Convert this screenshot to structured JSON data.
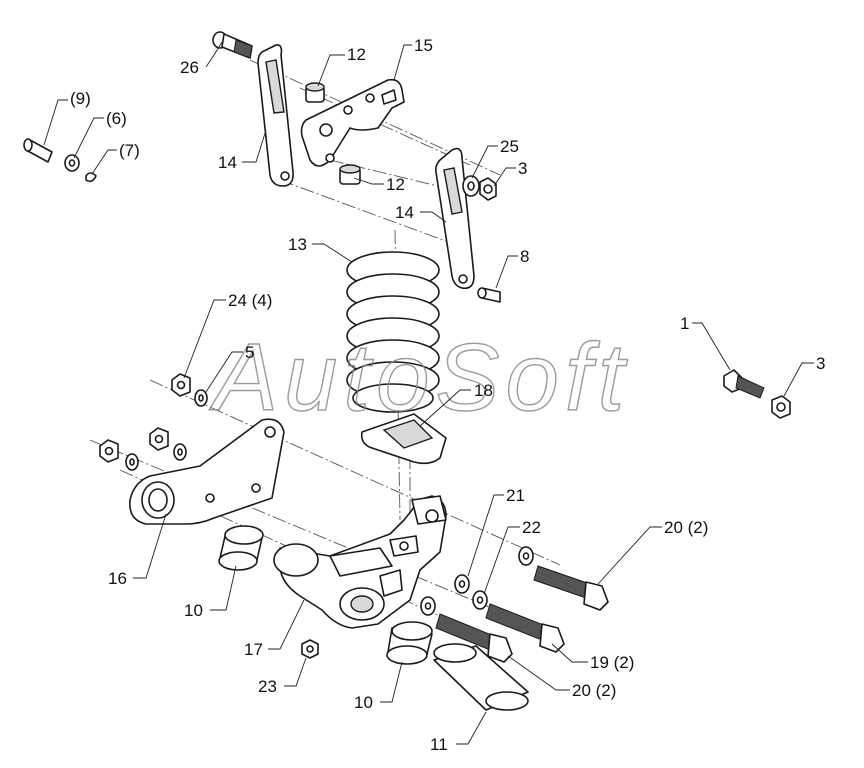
{
  "watermark": "AutoSoft",
  "callouts": [
    {
      "id": "c26",
      "text": "26"
    },
    {
      "id": "c12a",
      "text": "12"
    },
    {
      "id": "c15",
      "text": "15"
    },
    {
      "id": "c9",
      "text": "(9)"
    },
    {
      "id": "c6",
      "text": "(6)"
    },
    {
      "id": "c7",
      "text": "(7)"
    },
    {
      "id": "c14a",
      "text": "14"
    },
    {
      "id": "c12b",
      "text": "12"
    },
    {
      "id": "c25",
      "text": "25"
    },
    {
      "id": "c3a",
      "text": "3"
    },
    {
      "id": "c14b",
      "text": "14"
    },
    {
      "id": "c13",
      "text": "13"
    },
    {
      "id": "c8",
      "text": "8"
    },
    {
      "id": "c24",
      "text": "24 (4)"
    },
    {
      "id": "c5",
      "text": "5"
    },
    {
      "id": "c1",
      "text": "1"
    },
    {
      "id": "c3b",
      "text": "3"
    },
    {
      "id": "c18",
      "text": "18"
    },
    {
      "id": "c21",
      "text": "21"
    },
    {
      "id": "c22",
      "text": "22"
    },
    {
      "id": "c20a",
      "text": "20 (2)"
    },
    {
      "id": "c16",
      "text": "16"
    },
    {
      "id": "c10a",
      "text": "10"
    },
    {
      "id": "c17",
      "text": "17"
    },
    {
      "id": "c19",
      "text": "19 (2)"
    },
    {
      "id": "c23",
      "text": "23"
    },
    {
      "id": "c20b",
      "text": "20 (2)"
    },
    {
      "id": "c10b",
      "text": "10"
    },
    {
      "id": "c11",
      "text": "11"
    }
  ]
}
